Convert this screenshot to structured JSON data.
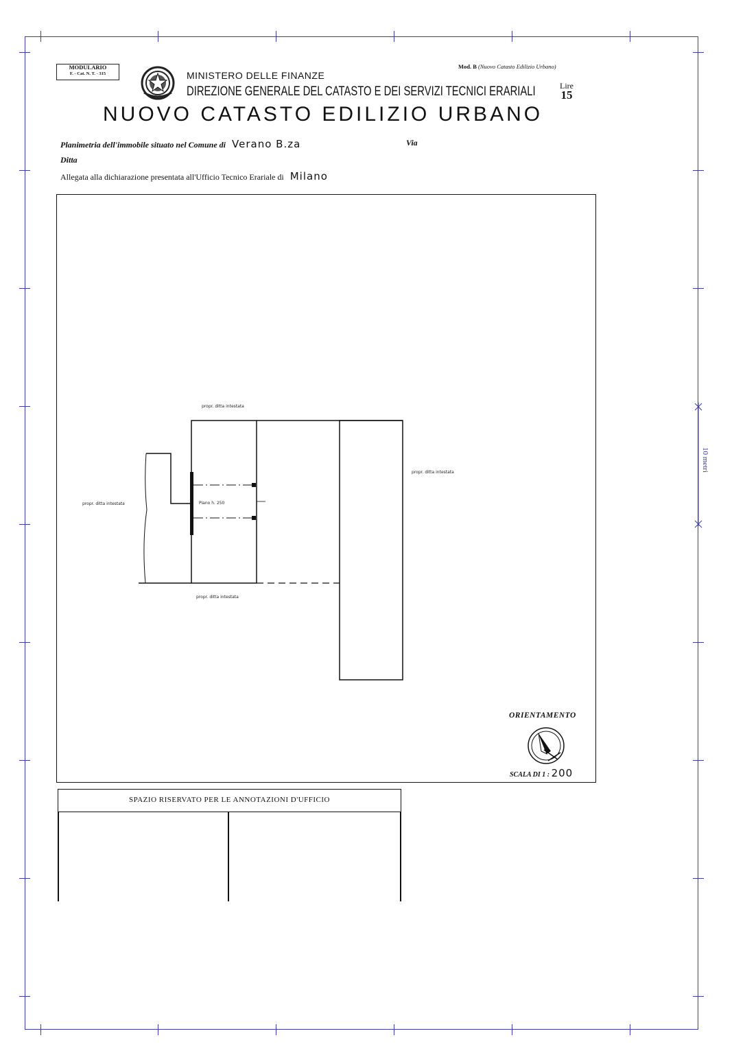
{
  "header": {
    "modulario_line1": "MODULARIO",
    "modulario_line2": "F. - Cat. N. T. - 315",
    "mod_b_bold": "Mod. B",
    "mod_b_italic": "(Nuovo Catasto Edilizio Urbano)",
    "ministero": "MINISTERO DELLE FINANZE",
    "direzione": "DIREZIONE GENERALE DEL CATASTO E DEI SERVIZI TECNICI ERARIALI",
    "lire_label": "Lire",
    "lire_value": "15",
    "title": "NUOVO CATASTO EDILIZIO URBANO"
  },
  "fields": {
    "planimetria_label": "Planimetria dell'immobile situato nel Comune di",
    "comune_value": "Verano B.za",
    "via_label": "Via",
    "ditta_label": "Ditta",
    "allegata_label": "Allegata alla dichiarazione presentata all'Ufficio Tecnico Erariale di",
    "ufficio_value": "Milano"
  },
  "plan": {
    "label_top": "propr. ditta intestata",
    "label_right": "propr. ditta intestata",
    "label_left": "propr. ditta intestata",
    "label_bottom": "propr. ditta intestata",
    "label_center": "Piano h. 250"
  },
  "footer": {
    "orientamento": "ORIENTAMENTO",
    "scala_label": "SCALA DI 1 :",
    "scala_value": "200",
    "spazio_riservato": "SPAZIO RISERVATO PER LE ANNOTAZIONI D'UFFICIO",
    "scale_bar_label": "10 metri"
  }
}
